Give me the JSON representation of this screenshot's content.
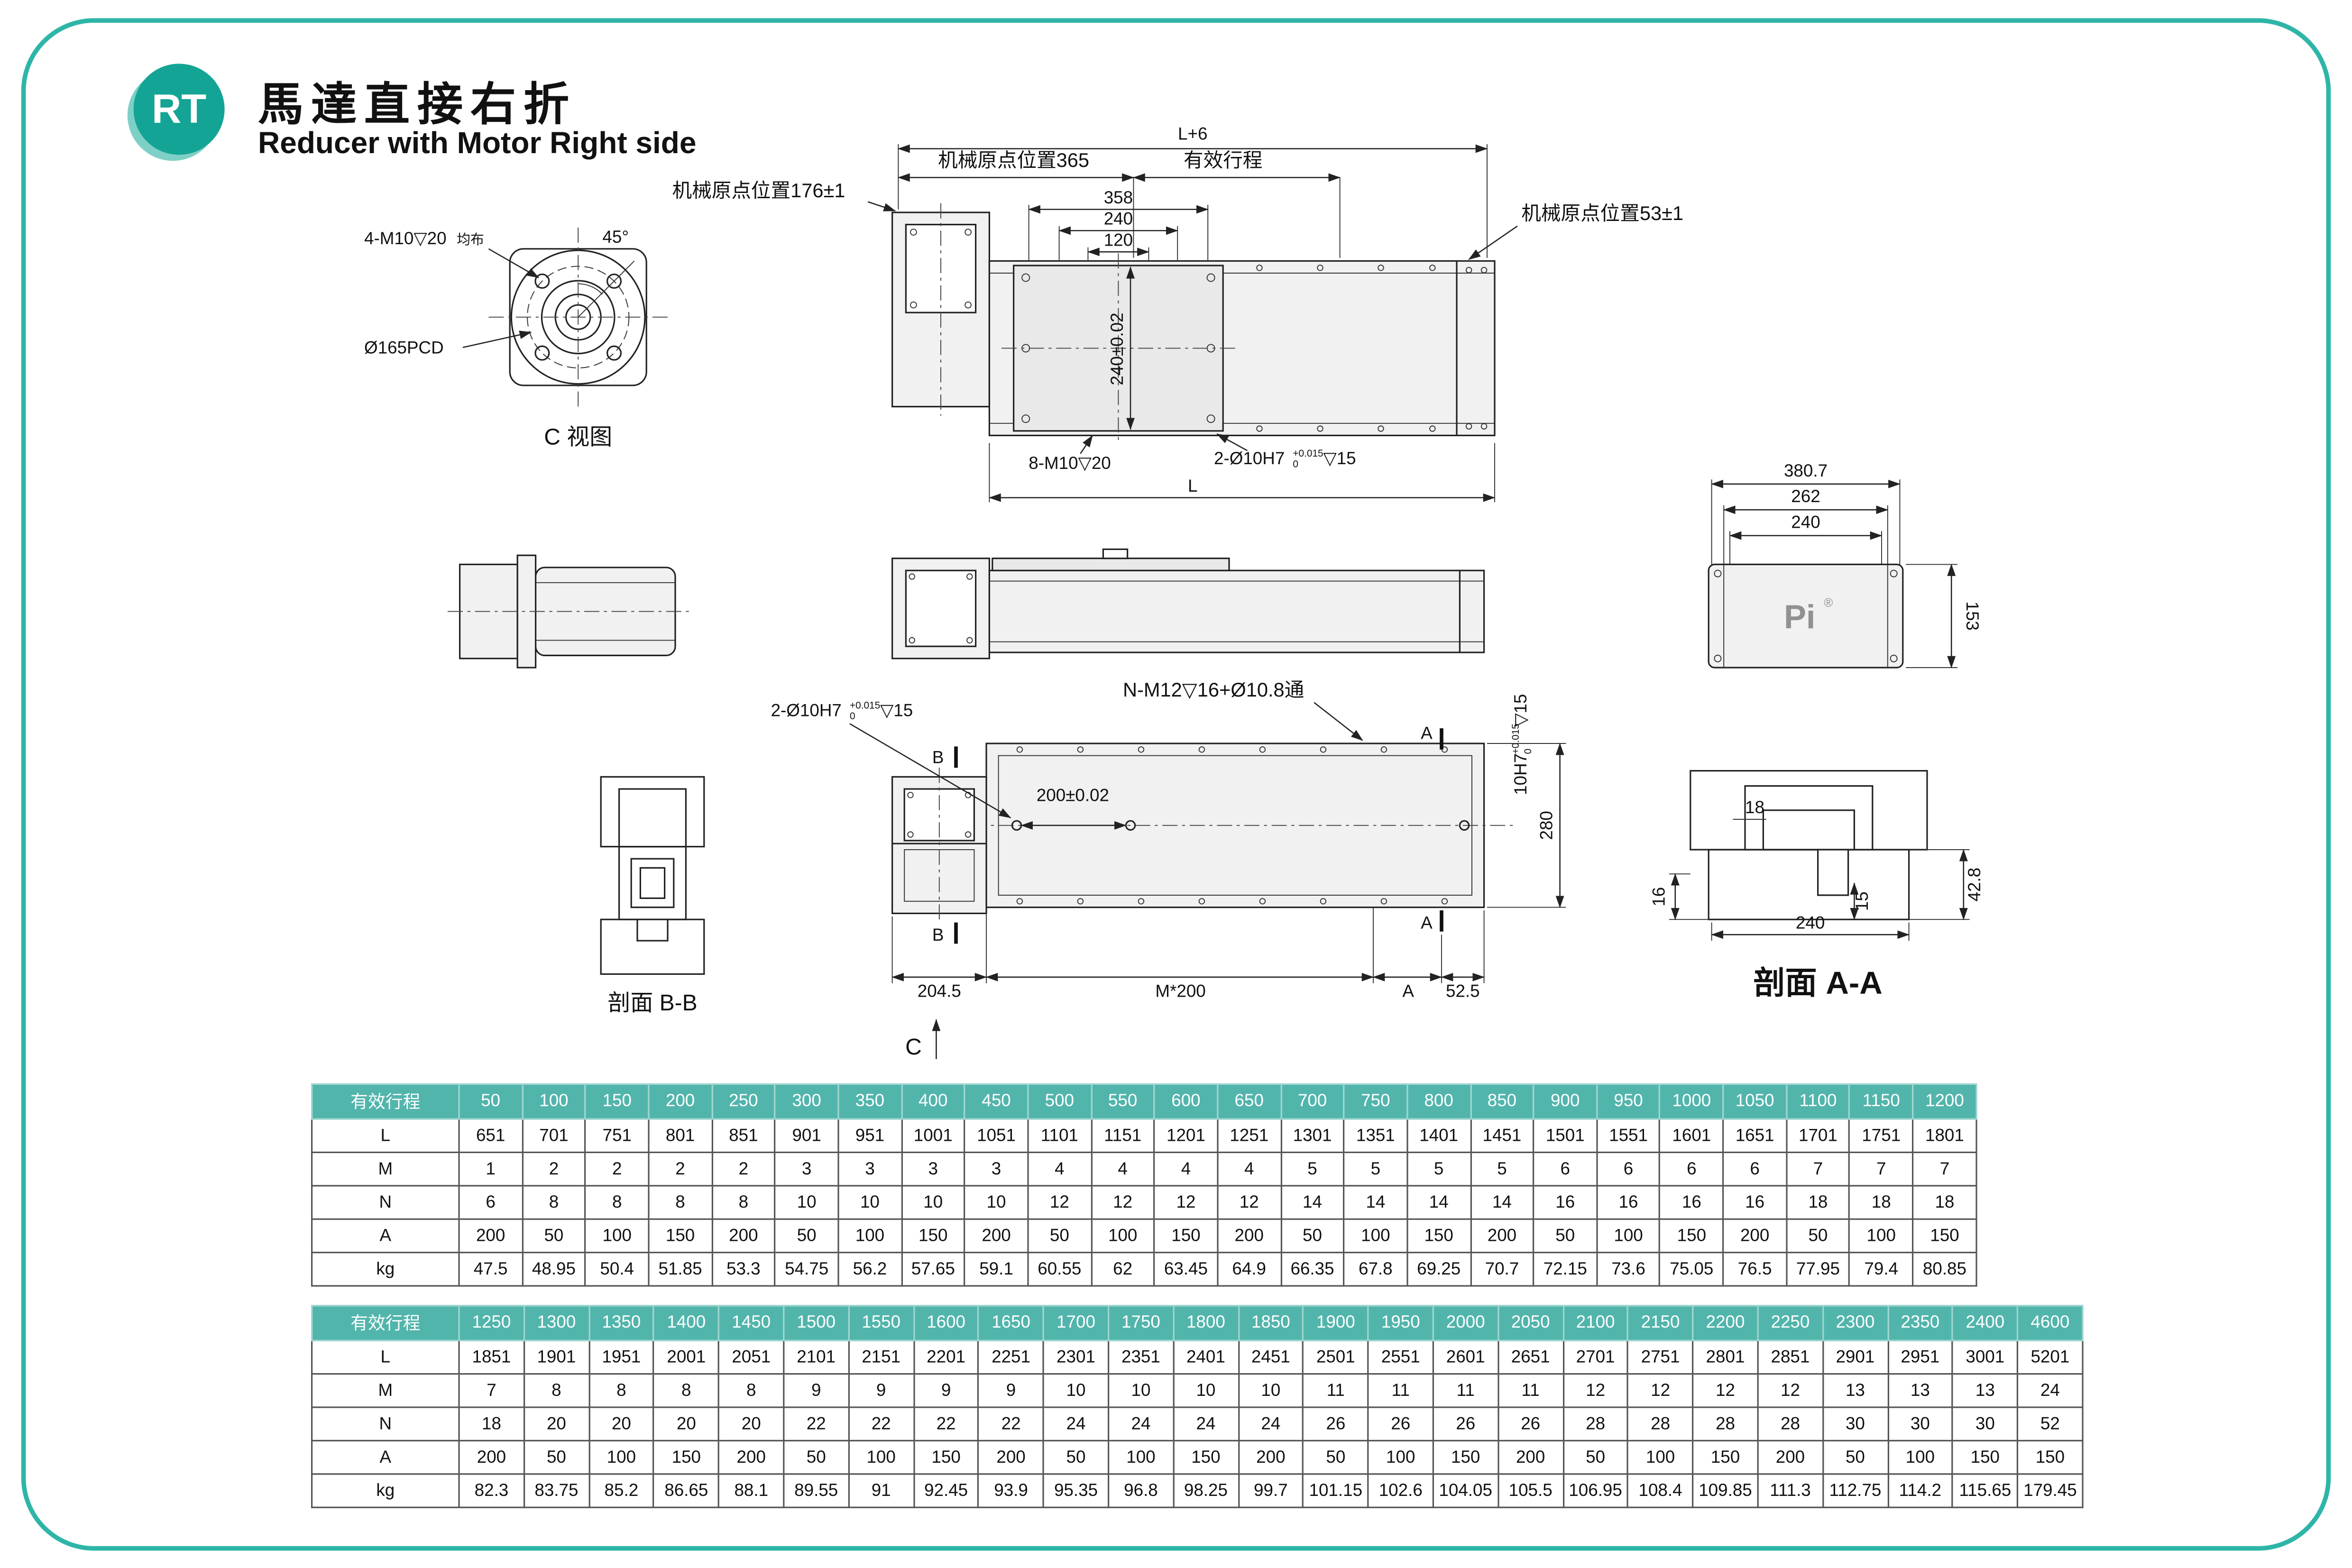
{
  "page": {
    "badge": "RT",
    "title": "馬達直接右折",
    "subtitle": "Reducer with Motor Right side",
    "accent_color": "#2eb5a8",
    "table_header_color": "#52b5ac"
  },
  "views": {
    "c_view": "C 视图",
    "section_bb": "剖面 B-B",
    "section_aa": "剖面 A-A"
  },
  "logo": {
    "pi": "Pi",
    "reg": "®"
  },
  "dims": {
    "l_plus_6": "L+6",
    "origin_365": "机械原点位置365",
    "effective_stroke": "有效行程",
    "origin_176": "机械原点位置176±1",
    "origin_53": "机械原点位置53±1",
    "d358": "358",
    "d240": "240",
    "d120": "120",
    "d240_tol": "240±0.02",
    "bolt_4m10": "4-M10▽20",
    "evenly": "均布",
    "deg45": "45°",
    "pcd": "Ø165PCD",
    "bolt_8m10": "8-M10▽20",
    "pin_2": "2-Ø10H7",
    "tol_plus": "+0.015",
    "tol_zero": "0",
    "depth_15": "▽15",
    "L": "L",
    "d380_7": "380.7",
    "d262": "262",
    "d153": "153",
    "n_m12": "N-M12▽16+Ø10.8通",
    "d200_tol": "200±0.02",
    "pin_10h7": "10H7",
    "d280": "280",
    "d204_5": "204.5",
    "m_200": "M*200",
    "d52_5": "52.5",
    "A": "A",
    "B": "B",
    "C": "C",
    "d18": "18",
    "d16": "16",
    "d15": "15",
    "d42_8": "42.8"
  },
  "table1": {
    "header": [
      "有效行程",
      "50",
      "100",
      "150",
      "200",
      "250",
      "300",
      "350",
      "400",
      "450",
      "500",
      "550",
      "600",
      "650",
      "700",
      "750",
      "800",
      "850",
      "900",
      "950",
      "1000",
      "1050",
      "1100",
      "1150",
      "1200"
    ],
    "rows": [
      [
        "L",
        "651",
        "701",
        "751",
        "801",
        "851",
        "901",
        "951",
        "1001",
        "1051",
        "1101",
        "1151",
        "1201",
        "1251",
        "1301",
        "1351",
        "1401",
        "1451",
        "1501",
        "1551",
        "1601",
        "1651",
        "1701",
        "1751",
        "1801"
      ],
      [
        "M",
        "1",
        "2",
        "2",
        "2",
        "2",
        "3",
        "3",
        "3",
        "3",
        "4",
        "4",
        "4",
        "4",
        "5",
        "5",
        "5",
        "5",
        "6",
        "6",
        "6",
        "6",
        "7",
        "7",
        "7"
      ],
      [
        "N",
        "6",
        "8",
        "8",
        "8",
        "8",
        "10",
        "10",
        "10",
        "10",
        "12",
        "12",
        "12",
        "12",
        "14",
        "14",
        "14",
        "14",
        "16",
        "16",
        "16",
        "16",
        "18",
        "18",
        "18"
      ],
      [
        "A",
        "200",
        "50",
        "100",
        "150",
        "200",
        "50",
        "100",
        "150",
        "200",
        "50",
        "100",
        "150",
        "200",
        "50",
        "100",
        "150",
        "200",
        "50",
        "100",
        "150",
        "200",
        "50",
        "100",
        "150"
      ],
      [
        "kg",
        "47.5",
        "48.95",
        "50.4",
        "51.85",
        "53.3",
        "54.75",
        "56.2",
        "57.65",
        "59.1",
        "60.55",
        "62",
        "63.45",
        "64.9",
        "66.35",
        "67.8",
        "69.25",
        "70.7",
        "72.15",
        "73.6",
        "75.05",
        "76.5",
        "77.95",
        "79.4",
        "80.85"
      ]
    ]
  },
  "table2": {
    "header": [
      "有效行程",
      "1250",
      "1300",
      "1350",
      "1400",
      "1450",
      "1500",
      "1550",
      "1600",
      "1650",
      "1700",
      "1750",
      "1800",
      "1850",
      "1900",
      "1950",
      "2000",
      "2050",
      "2100",
      "2150",
      "2200",
      "2250",
      "2300",
      "2350",
      "2400",
      "4600"
    ],
    "rows": [
      [
        "L",
        "1851",
        "1901",
        "1951",
        "2001",
        "2051",
        "2101",
        "2151",
        "2201",
        "2251",
        "2301",
        "2351",
        "2401",
        "2451",
        "2501",
        "2551",
        "2601",
        "2651",
        "2701",
        "2751",
        "2801",
        "2851",
        "2901",
        "2951",
        "3001",
        "5201"
      ],
      [
        "M",
        "7",
        "8",
        "8",
        "8",
        "8",
        "9",
        "9",
        "9",
        "9",
        "10",
        "10",
        "10",
        "10",
        "11",
        "11",
        "11",
        "11",
        "12",
        "12",
        "12",
        "12",
        "13",
        "13",
        "13",
        "24"
      ],
      [
        "N",
        "18",
        "20",
        "20",
        "20",
        "20",
        "22",
        "22",
        "22",
        "22",
        "24",
        "24",
        "24",
        "24",
        "26",
        "26",
        "26",
        "26",
        "28",
        "28",
        "28",
        "28",
        "30",
        "30",
        "30",
        "52"
      ],
      [
        "A",
        "200",
        "50",
        "100",
        "150",
        "200",
        "50",
        "100",
        "150",
        "200",
        "50",
        "100",
        "150",
        "200",
        "50",
        "100",
        "150",
        "200",
        "50",
        "100",
        "150",
        "200",
        "50",
        "100",
        "150",
        "150"
      ],
      [
        "kg",
        "82.3",
        "83.75",
        "85.2",
        "86.65",
        "88.1",
        "89.55",
        "91",
        "92.45",
        "93.9",
        "95.35",
        "96.8",
        "98.25",
        "99.7",
        "101.15",
        "102.6",
        "104.05",
        "105.5",
        "106.95",
        "108.4",
        "109.85",
        "111.3",
        "112.75",
        "114.2",
        "115.65",
        "179.45"
      ]
    ]
  }
}
